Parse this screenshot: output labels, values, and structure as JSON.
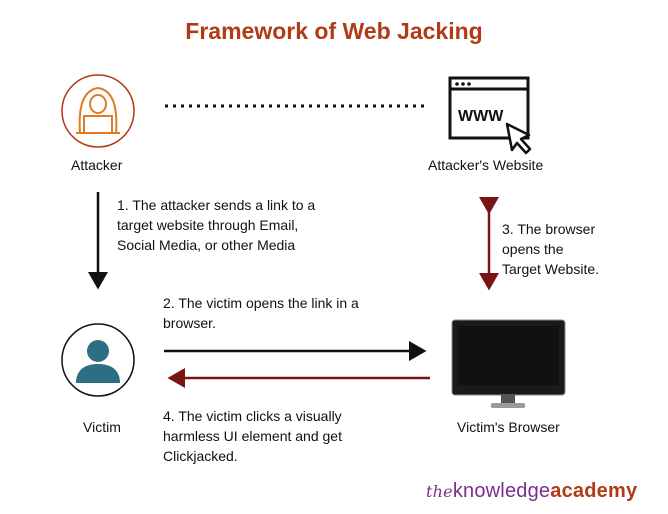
{
  "title": "Framework of Web Jacking",
  "nodes": {
    "attacker": "Attacker",
    "attacker_website": "Attacker's Website",
    "victim": "Victim",
    "victims_browser": "Victim's Browser"
  },
  "website_icon_text": "WWW",
  "steps": {
    "step1": [
      "1. The attacker sends a link to a",
      "target website through Email,",
      "Social Media, or other Media"
    ],
    "step2": [
      "2. The victim opens the link in a",
      "browser."
    ],
    "step3": [
      "3. The browser",
      "opens the",
      "Target Website."
    ],
    "step4": [
      "4. The victim clicks a visually",
      "harmless UI element and get",
      "Clickjacked."
    ]
  },
  "brand": {
    "the": "the",
    "knowledge": "knowledge",
    "academy": "academy"
  },
  "colors": {
    "accent": "#b23a16",
    "dark_red": "#7a1414",
    "teal": "#2c6e84",
    "purple": "#7b2d8e"
  }
}
